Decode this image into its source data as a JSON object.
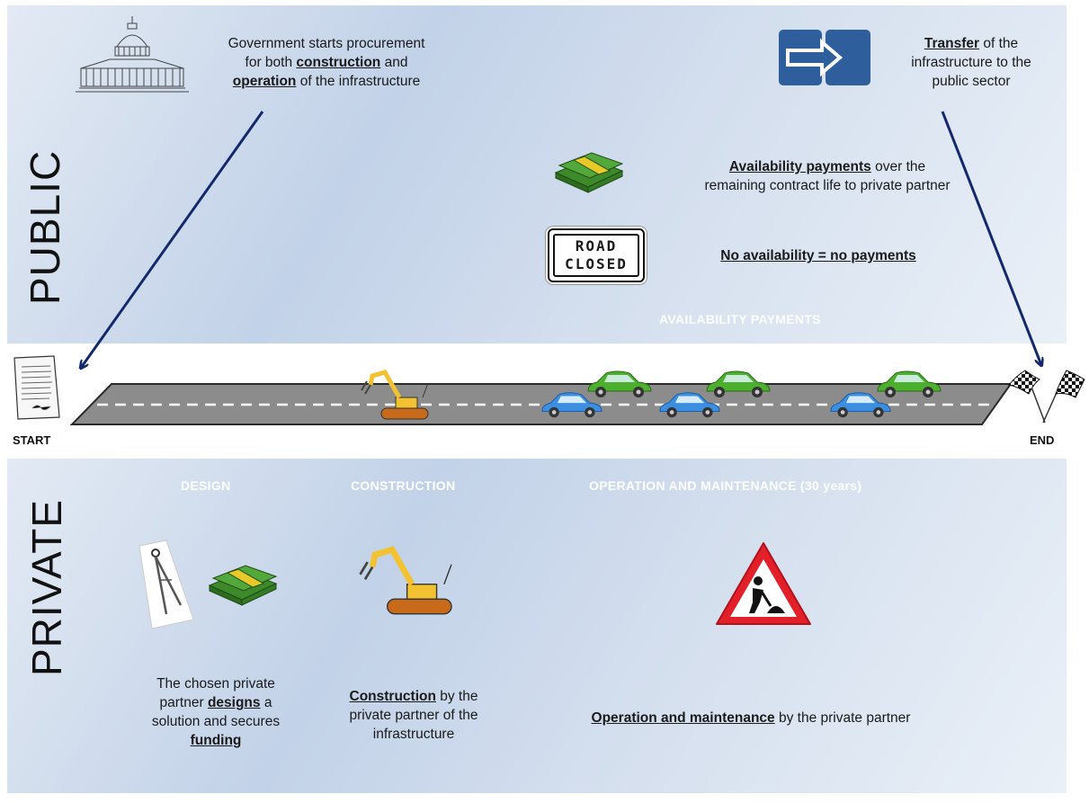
{
  "public": {
    "label": "PUBLIC",
    "procurement": {
      "t1": "Government starts procurement",
      "t2": "for both ",
      "b1": "construction",
      "t3": " and",
      "b2": "operation",
      "t4": " of the infrastructure"
    },
    "transfer": {
      "b1": "Transfer",
      "t1": " of the",
      "t2": "infrastructure to the",
      "t3": "public sector"
    },
    "availability": {
      "b1": "Availability payments",
      "t1": " over the",
      "t2": "remaining contract life to private partner"
    },
    "road_sign": {
      "line1": "ROAD",
      "line2": "CLOSED"
    },
    "no_availability": "No availability = no payments",
    "phase_label": "AVAILABILITY PAYMENTS"
  },
  "timeline": {
    "start": "START",
    "end": "END"
  },
  "private": {
    "label": "PRIVATE",
    "phases": {
      "design": "DESIGN",
      "construction": "CONSTRUCTION",
      "operation": "OPERATION AND MAINTENANCE (30 years)"
    },
    "design_text": {
      "t1": "The chosen private",
      "t2": "partner ",
      "b1": "designs",
      "t3": " a",
      "t4": "solution and secures",
      "b2": "funding"
    },
    "construction_text": {
      "b1": "Construction",
      "t1": " by the",
      "t2": "private partner of the",
      "t3": "infrastructure"
    },
    "operation_text": {
      "b1": "Operation and maintenance",
      "t1": " by the private partner"
    }
  },
  "colors": {
    "arrow": "#13296b",
    "road": "#8c8c8c",
    "green_car": "#4caf2e",
    "blue_car": "#3b8ee0",
    "warning_red": "#e3202a",
    "transfer_blue": "#2e5f9c"
  }
}
